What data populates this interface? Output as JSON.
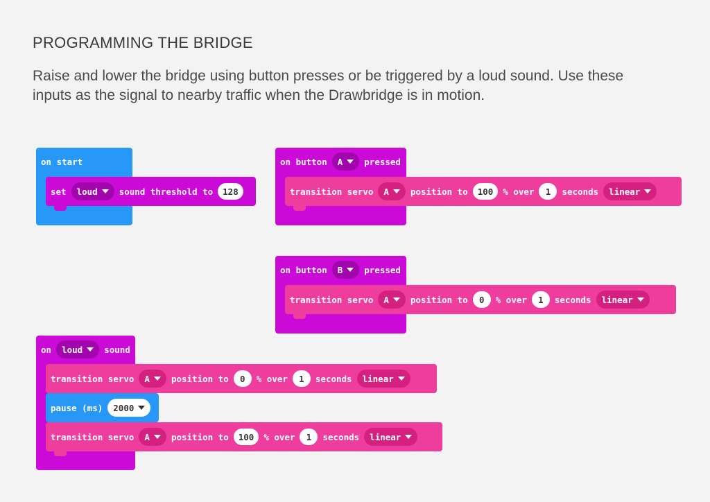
{
  "page": {
    "title": "PROGRAMMING THE BRIDGE",
    "description": "Raise and lower the bridge using button presses or be triggered by a loud sound. Use these inputs as the signal to nearby traffic when the Drawbridge is in motion."
  },
  "colors": {
    "events": "#2797f8",
    "input": "#cc0ad8",
    "servo": "#ee3d9d",
    "page_bg": "#f3f3f3"
  },
  "on_start": {
    "header": "on start",
    "set_label": "set",
    "sound_dropdown": "loud",
    "threshold_label": "sound threshold to",
    "threshold_value": "128"
  },
  "button_a": {
    "prefix": "on button",
    "button": "A",
    "suffix": "pressed",
    "action": {
      "label": "transition servo",
      "servo": "A",
      "position_label": "position to",
      "position": "100",
      "over_label": "% over",
      "seconds": "1",
      "seconds_label": "seconds",
      "easing": "linear"
    }
  },
  "button_b": {
    "prefix": "on button",
    "button": "B",
    "suffix": "pressed",
    "action": {
      "label": "transition servo",
      "servo": "A",
      "position_label": "position to",
      "position": "0",
      "over_label": "% over",
      "seconds": "1",
      "seconds_label": "seconds",
      "easing": "linear"
    }
  },
  "on_sound": {
    "prefix": "on",
    "sound": "loud",
    "suffix": "sound",
    "action1": {
      "label": "transition servo",
      "servo": "A",
      "position_label": "position to",
      "position": "0",
      "over_label": "% over",
      "seconds": "1",
      "seconds_label": "seconds",
      "easing": "linear"
    },
    "pause": {
      "label": "pause (ms)",
      "value": "2000"
    },
    "action2": {
      "label": "transition servo",
      "servo": "A",
      "position_label": "position to",
      "position": "100",
      "over_label": "% over",
      "seconds": "1",
      "seconds_label": "seconds",
      "easing": "linear"
    }
  }
}
